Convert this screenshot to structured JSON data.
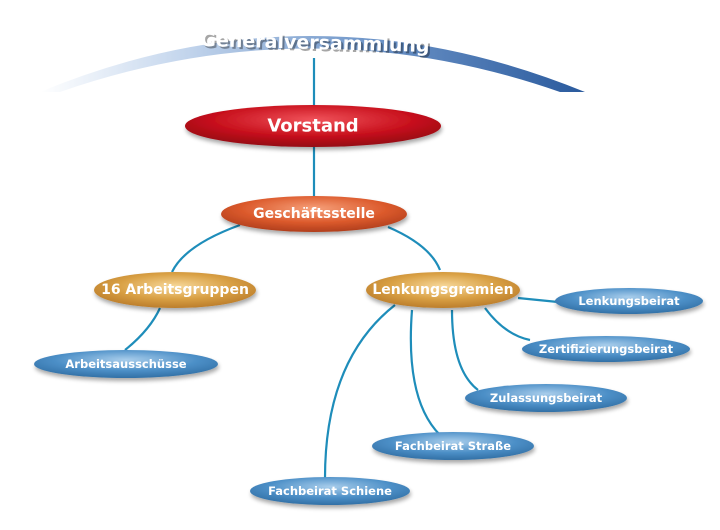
{
  "diagram": {
    "assembly": "Generalversammlung",
    "board": "Vorstand",
    "office": "Geschäftsstelle",
    "working_groups": "16 Arbeitsgruppen",
    "steering": "Lenkungsgremien",
    "committees": "Arbeitsausschüsse",
    "steering_board": "Lenkungsbeirat",
    "certification_board": "Zertifizierungsbeirat",
    "approval_board": "Zulassungsbeirat",
    "road_board": "Fachbeirat Straße",
    "rail_board": "Fachbeirat Schiene"
  },
  "colors": {
    "arc_light": "#e9f1fa",
    "arc_dark": "#2d5f9f",
    "board": "#c4101c",
    "office": "#d9572a",
    "gold": "#d49a3a",
    "blue_node": "#4b8fc6",
    "connector": "#1e8dba"
  }
}
